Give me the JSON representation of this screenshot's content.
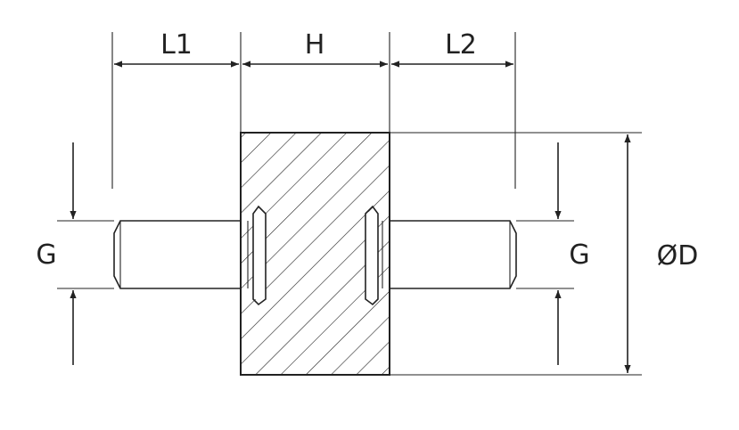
{
  "labels": {
    "l1": "L1",
    "h": "H",
    "l2": "L2",
    "g_left": "G",
    "g_right": "G",
    "diameter": "ØD"
  },
  "colors": {
    "line": "#222222",
    "background": "#ffffff"
  }
}
